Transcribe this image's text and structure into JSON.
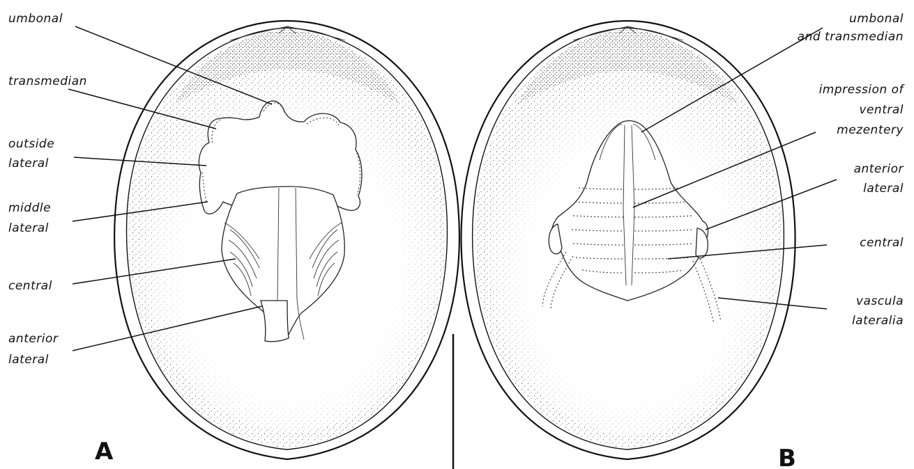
{
  "figure": {
    "panel_a": {
      "letter": "A",
      "labels": {
        "umbonal": "umbonal",
        "transmedian": "transmedian",
        "outside_lateral_1": "outside",
        "outside_lateral_2": "lateral",
        "middle_lateral_1": "middle",
        "middle_lateral_2": "lateral",
        "central": "central",
        "anterior_lateral_1": "anterior",
        "anterior_lateral_2": "lateral"
      }
    },
    "panel_b": {
      "letter": "B",
      "labels": {
        "umbonal_transmedian_1": "umbonal",
        "umbonal_transmedian_2": "and transmedian",
        "impression_1": "impression of",
        "impression_2": "ventral",
        "impression_3": "mezentery",
        "anterior_lateral_1": "anterior",
        "anterior_lateral_2": "lateral",
        "central": "central",
        "vascula_1": "vascula",
        "vascula_2": "lateralia"
      }
    },
    "colors": {
      "ink": "#111111",
      "background": "#ffffff"
    }
  }
}
